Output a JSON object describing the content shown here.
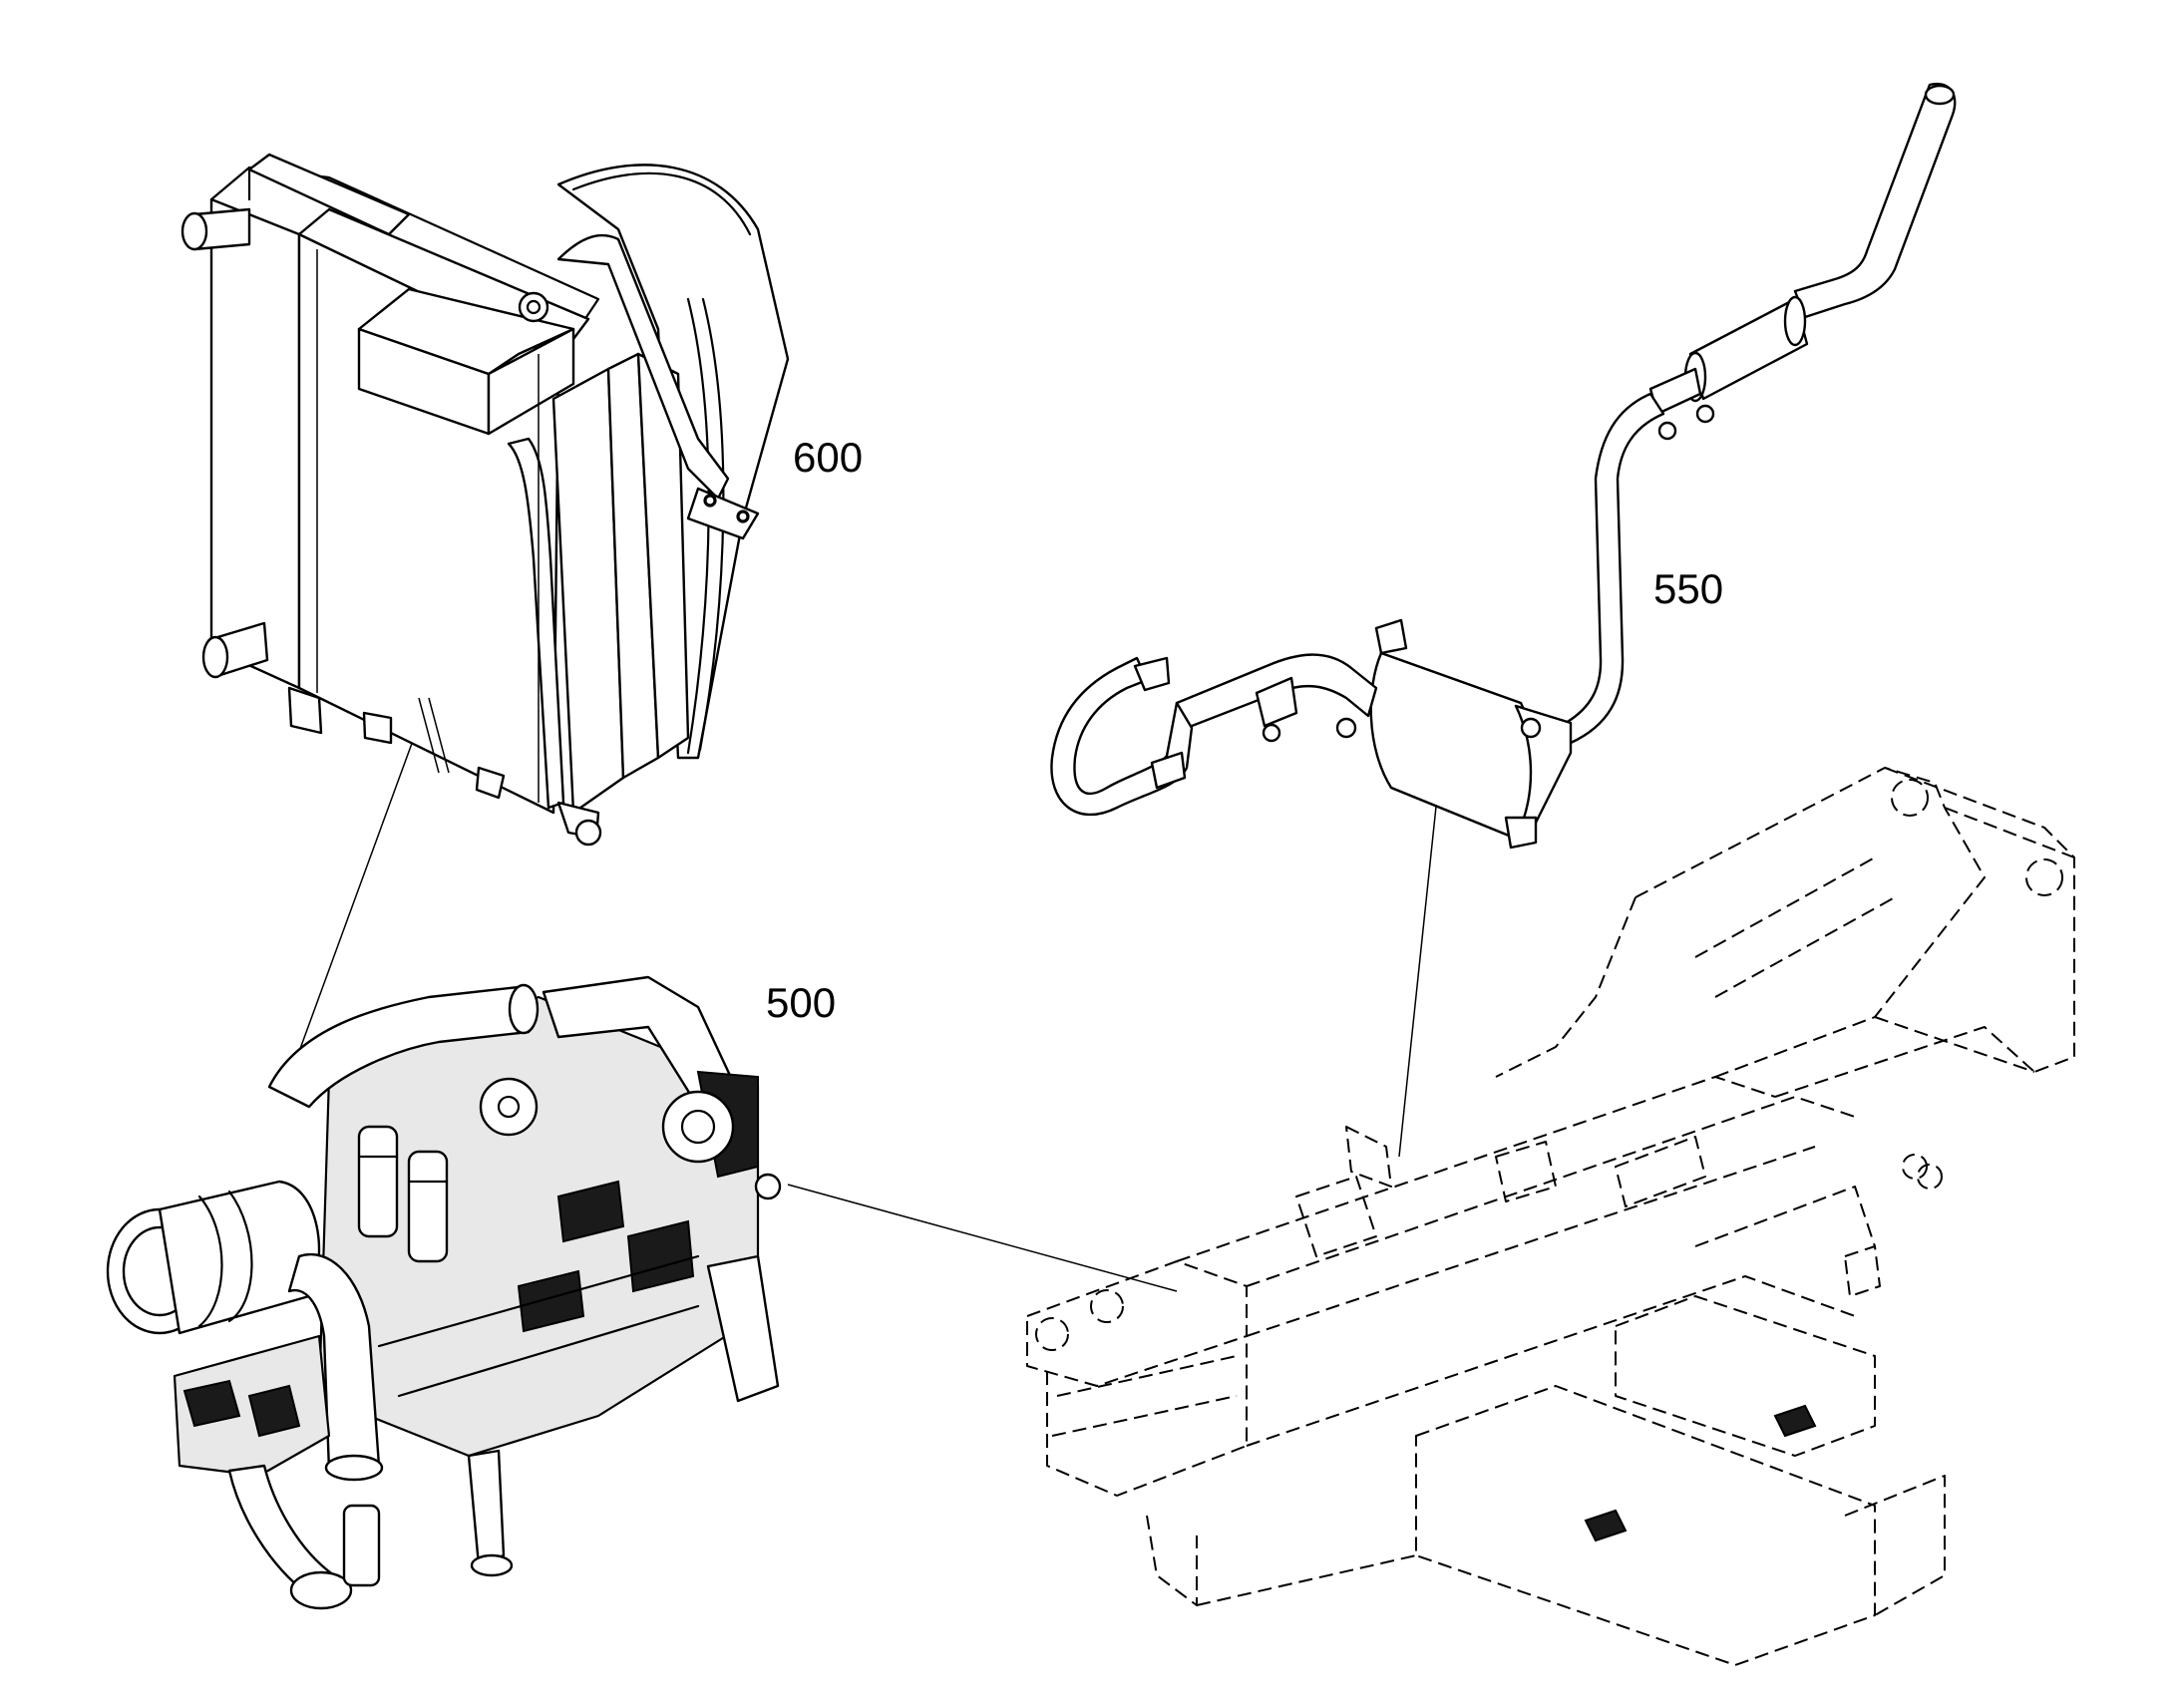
{
  "callouts": {
    "radiator": "600",
    "exhaust": "550",
    "engine": "500"
  },
  "colors": {
    "line": "#000000",
    "background": "#ffffff"
  }
}
